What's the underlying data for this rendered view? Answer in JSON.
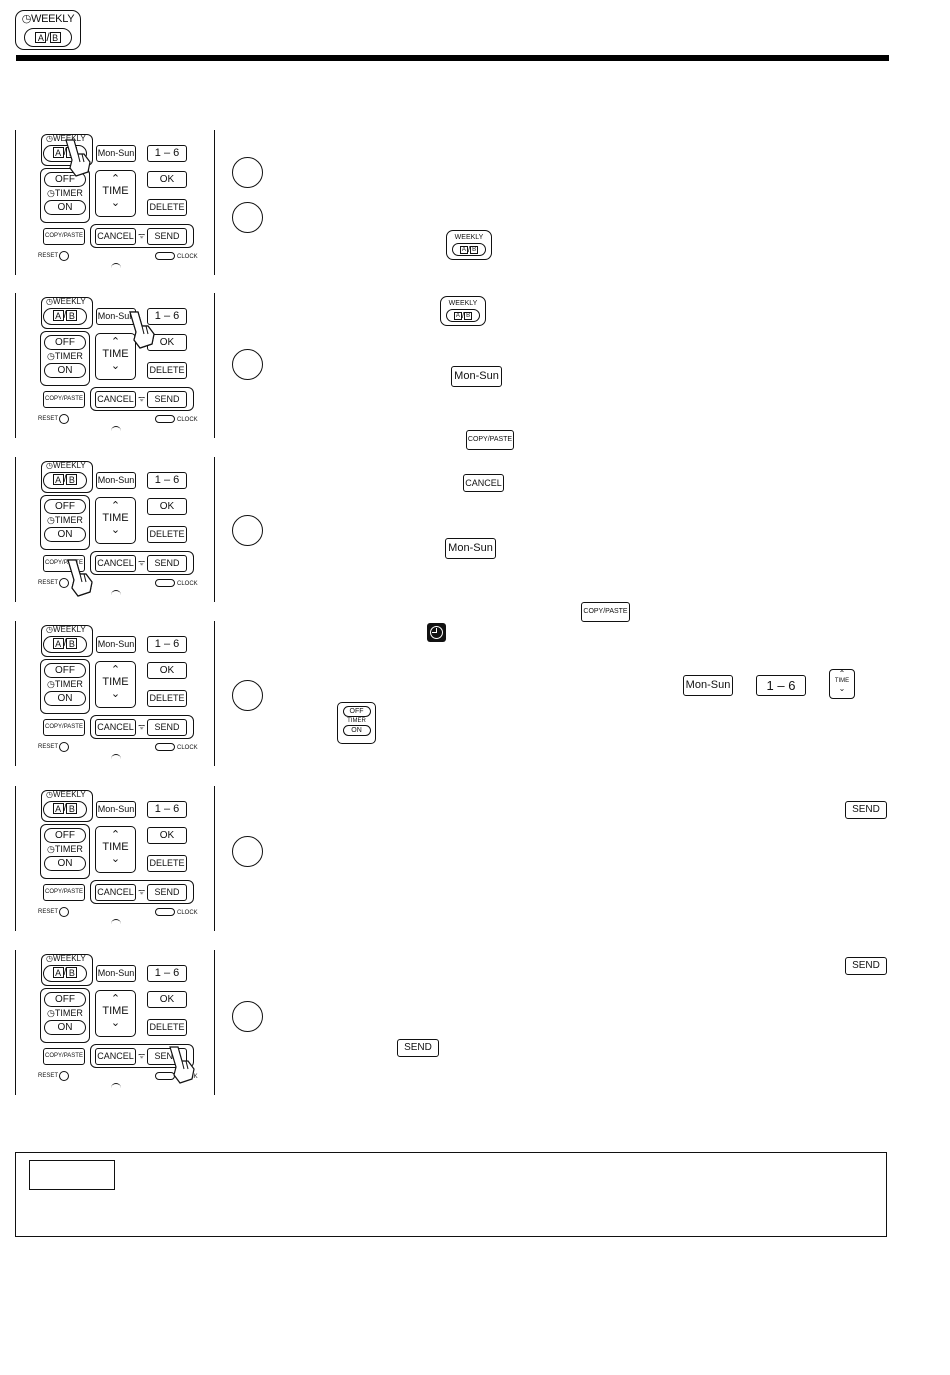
{
  "header": {
    "weekly_label": "WEEKLY",
    "a_label": "A",
    "slash": "/",
    "b_label": "B"
  },
  "remote": {
    "weekly": "WEEKLY",
    "a": "A",
    "slash": "/",
    "b": "B",
    "mon_sun": "Mon-Sun",
    "one_six": "1 – 6",
    "ok": "OK",
    "off": "OFF",
    "timer": "TIMER",
    "on": "ON",
    "time": "TIME",
    "delete": "DELETE",
    "copy_paste": "COPY/PASTE",
    "cancel": "CANCEL",
    "send": "SEND",
    "reset": "RESET",
    "clock": "CLOCK"
  },
  "icons": {
    "weekly": "WEEKLY",
    "a": "A",
    "b": "B",
    "mon_sun": "Mon-Sun",
    "copy_paste": "COPY/PASTE",
    "cancel": "CANCEL",
    "one_six": "1 – 6",
    "time": "TIME",
    "off": "OFF",
    "timer": "TIMER",
    "on": "ON",
    "send": "SEND"
  }
}
